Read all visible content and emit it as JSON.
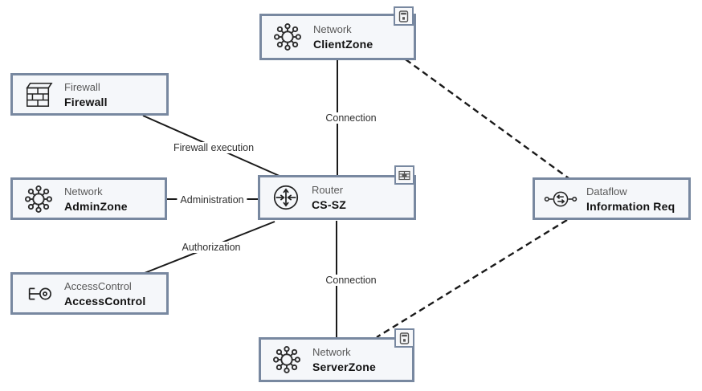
{
  "diagram": {
    "nodes": {
      "clientzone": {
        "type": "Network",
        "name": "ClientZone",
        "icon": "network-hub-icon",
        "badge": "device-badge-icon"
      },
      "firewall": {
        "type": "Firewall",
        "name": "Firewall",
        "icon": "brick-wall-icon"
      },
      "adminzone": {
        "type": "Network",
        "name": "AdminZone",
        "icon": "network-hub-icon"
      },
      "accesscontrol": {
        "type": "AccessControl",
        "name": "AccessControl",
        "icon": "key-icon"
      },
      "router": {
        "type": "Router",
        "name": "CS-SZ",
        "icon": "router-arrows-icon",
        "badge": "firewall-badge-icon"
      },
      "serverzone": {
        "type": "Network",
        "name": "ServerZone",
        "icon": "network-hub-icon",
        "badge": "device-badge-icon"
      },
      "dataflow": {
        "type": "Dataflow",
        "name": "Information Req",
        "icon": "transfer-arrows-icon"
      }
    },
    "edges": {
      "client_router": {
        "label": "Connection",
        "style": "solid"
      },
      "firewall_router": {
        "label": "Firewall execution",
        "style": "solid"
      },
      "admin_router": {
        "label": "Administration",
        "style": "solid"
      },
      "access_router": {
        "label": "Authorization",
        "style": "solid"
      },
      "router_server": {
        "label": "Connection",
        "style": "solid"
      },
      "client_dataflow": {
        "label": "",
        "style": "dashed"
      },
      "dataflow_server": {
        "label": "",
        "style": "dashed"
      }
    },
    "colors": {
      "node_border": "#7888a0",
      "node_fill": "#f5f7fa",
      "edge_line": "#1a1a1a",
      "type_text": "#595959",
      "name_text": "#111111"
    }
  }
}
